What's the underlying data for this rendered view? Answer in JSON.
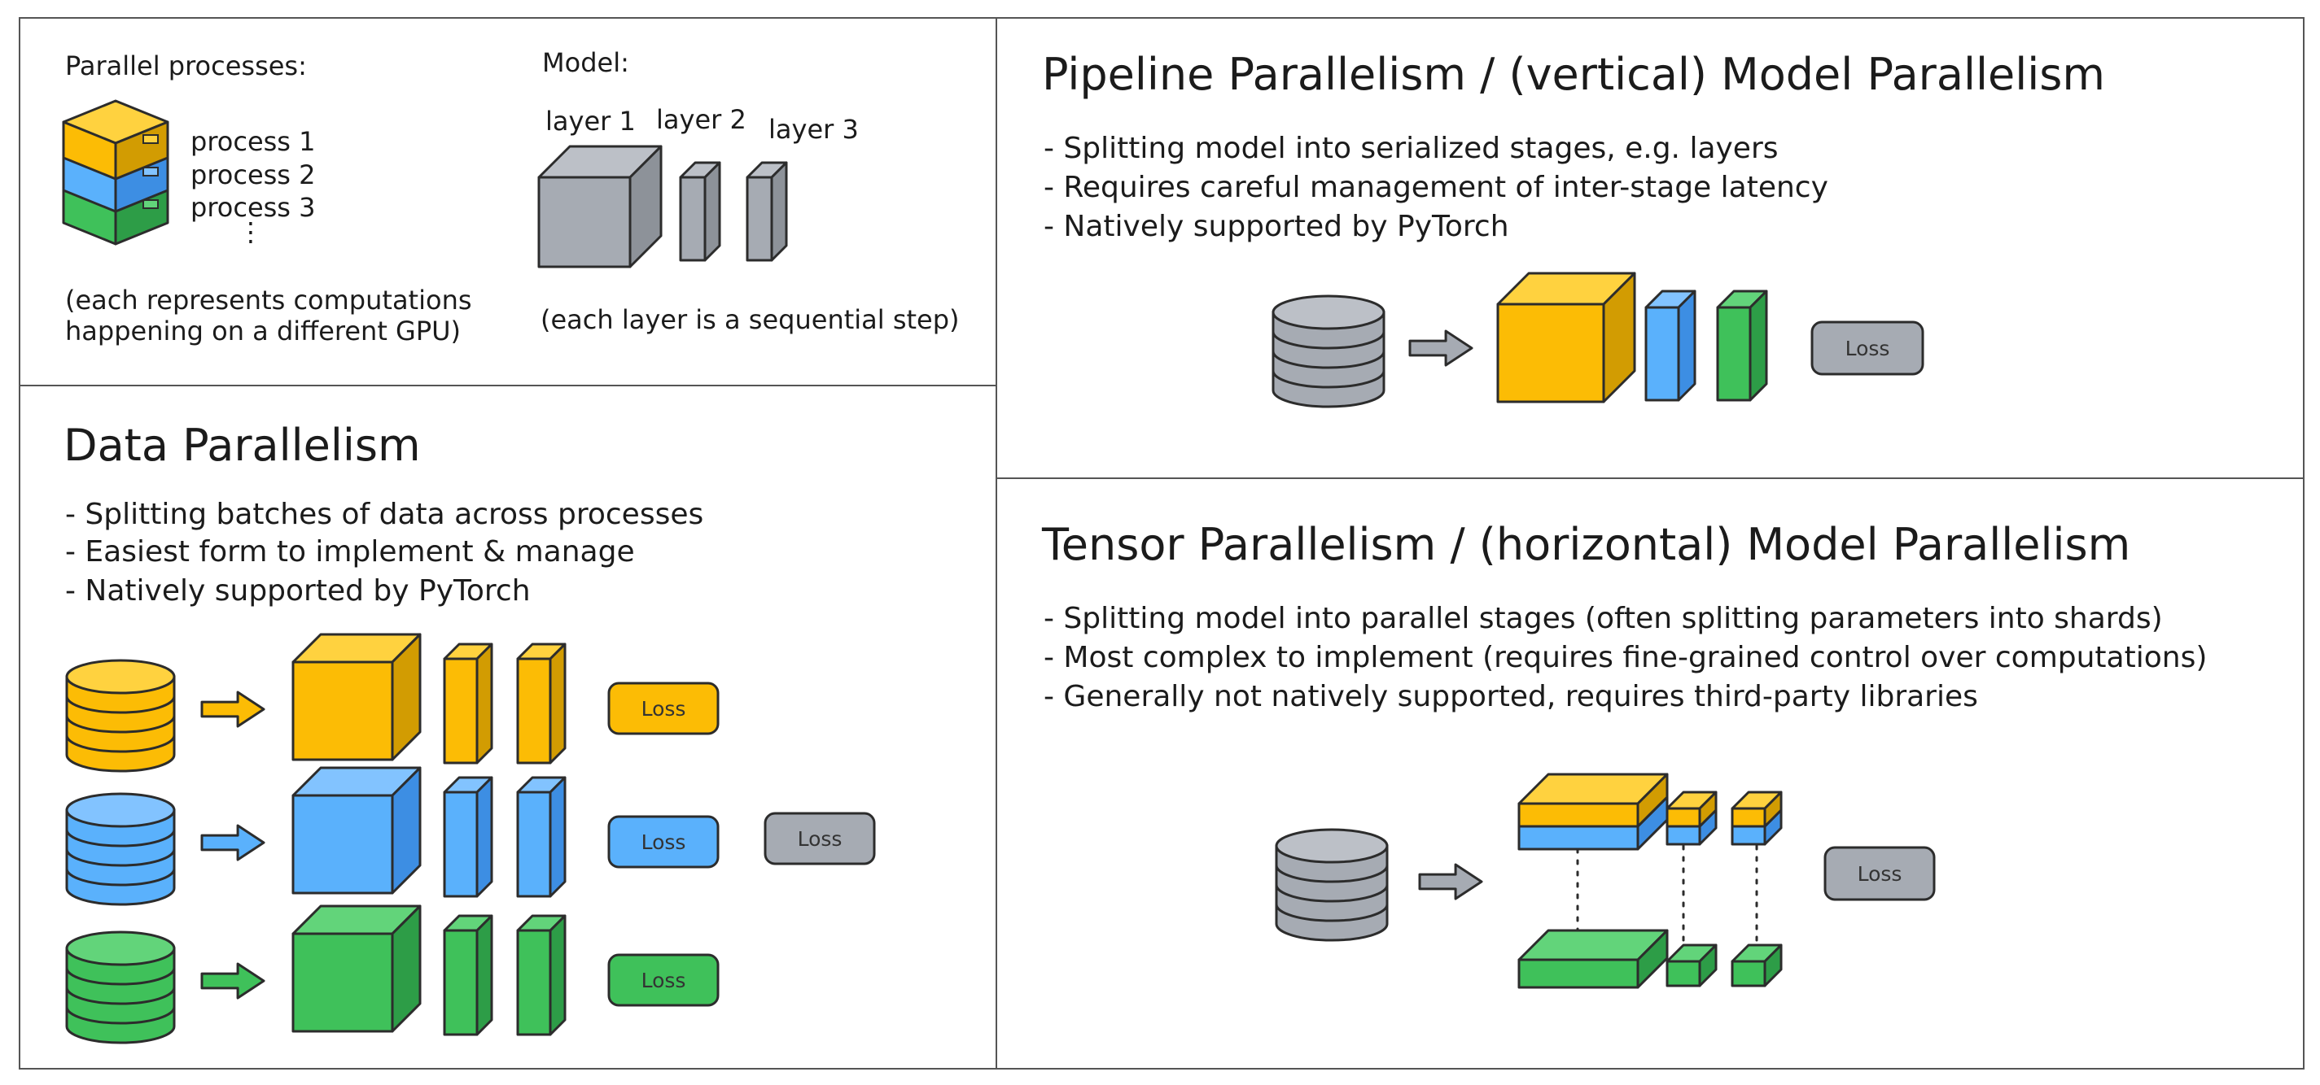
{
  "colors": {
    "yellow": "#fcbc05",
    "yellow_dark": "#d29c02",
    "yellow_top": "#ffd23f",
    "blue": "#5ab1fc",
    "blue_dark": "#3d8ee3",
    "blue_top": "#82c3ff",
    "green": "#3fc15a",
    "green_dark": "#2d9d47",
    "green_top": "#62d47a",
    "gray": "#a6abb3",
    "gray_dark": "#8d9299",
    "gray_top": "#bcc0c7",
    "outline": "#2c2c2c"
  },
  "legend": {
    "processes_title": "Parallel processes:",
    "processes": [
      "process 1",
      "process 2",
      "process 3"
    ],
    "ellipsis": "⋮",
    "processes_note": [
      "(each represents computations",
      "happening on a different GPU)"
    ],
    "model_title": "Model:",
    "layers": [
      "layer 1",
      "layer 2",
      "layer 3"
    ],
    "model_note": "(each layer is a sequential step)"
  },
  "data_parallelism": {
    "title": "Data Parallelism",
    "bullets": [
      "- Splitting batches of data across processes",
      "- Easiest form to implement & manage",
      "- Natively supported by PyTorch"
    ],
    "loss_label": "Loss",
    "merged_loss_label": "Loss"
  },
  "pipeline_parallelism": {
    "title": "Pipeline Parallelism / (vertical) Model Parallelism",
    "bullets": [
      "- Splitting model into serialized stages, e.g. layers",
      "- Requires careful management of inter-stage latency",
      "- Natively supported by PyTorch"
    ],
    "loss_label": "Loss"
  },
  "tensor_parallelism": {
    "title": "Tensor Parallelism / (horizontal) Model Parallelism",
    "bullets": [
      "- Splitting model into parallel stages (often splitting parameters into shards)",
      "- Most complex to implement (requires fine-grained control over computations)",
      "- Generally not natively supported, requires third-party libraries"
    ],
    "loss_label": "Loss"
  }
}
